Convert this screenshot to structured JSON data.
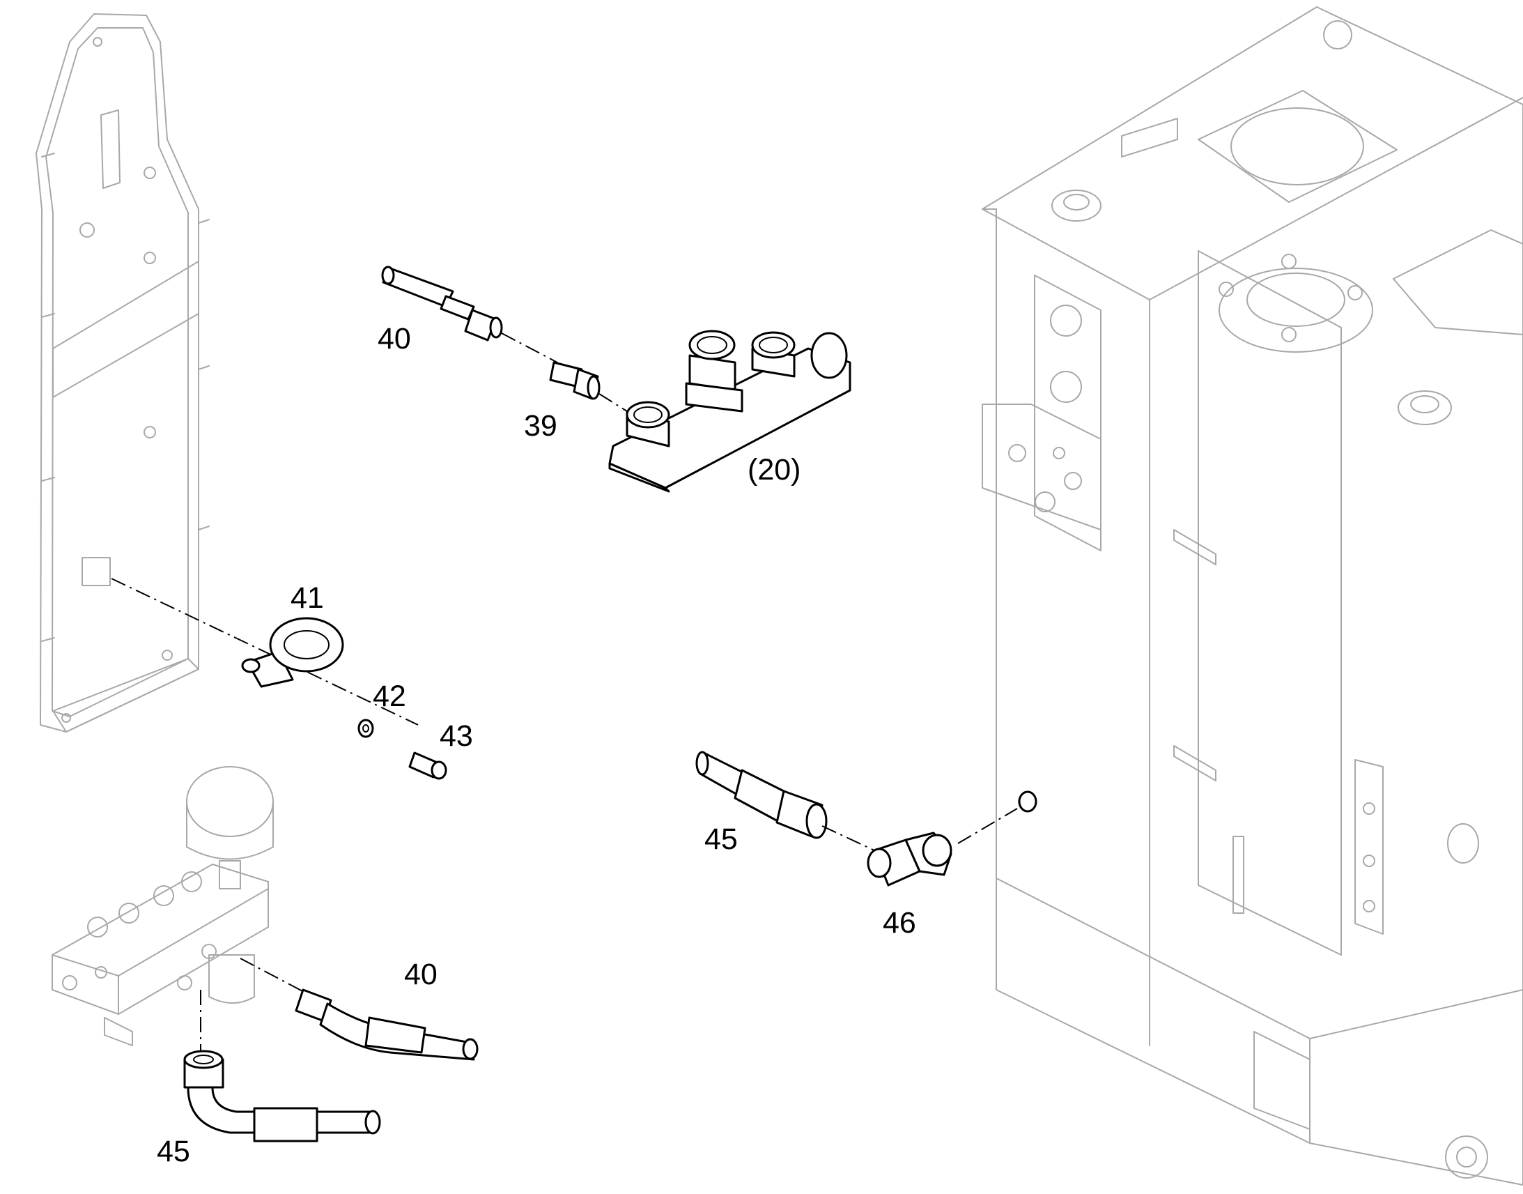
{
  "callouts": [
    {
      "id": "c39",
      "text": "39"
    },
    {
      "id": "c40a",
      "text": "40"
    },
    {
      "id": "c40b",
      "text": "40"
    },
    {
      "id": "c41",
      "text": "41"
    },
    {
      "id": "c42",
      "text": "42"
    },
    {
      "id": "c43",
      "text": "43"
    },
    {
      "id": "c45a",
      "text": "45"
    },
    {
      "id": "c45b",
      "text": "45"
    },
    {
      "id": "c46",
      "text": "46"
    },
    {
      "id": "c20",
      "text": "(20)"
    }
  ],
  "colors": {
    "part_line": "#000000",
    "ghost_line": "#a8a8a8",
    "background": "#ffffff"
  }
}
